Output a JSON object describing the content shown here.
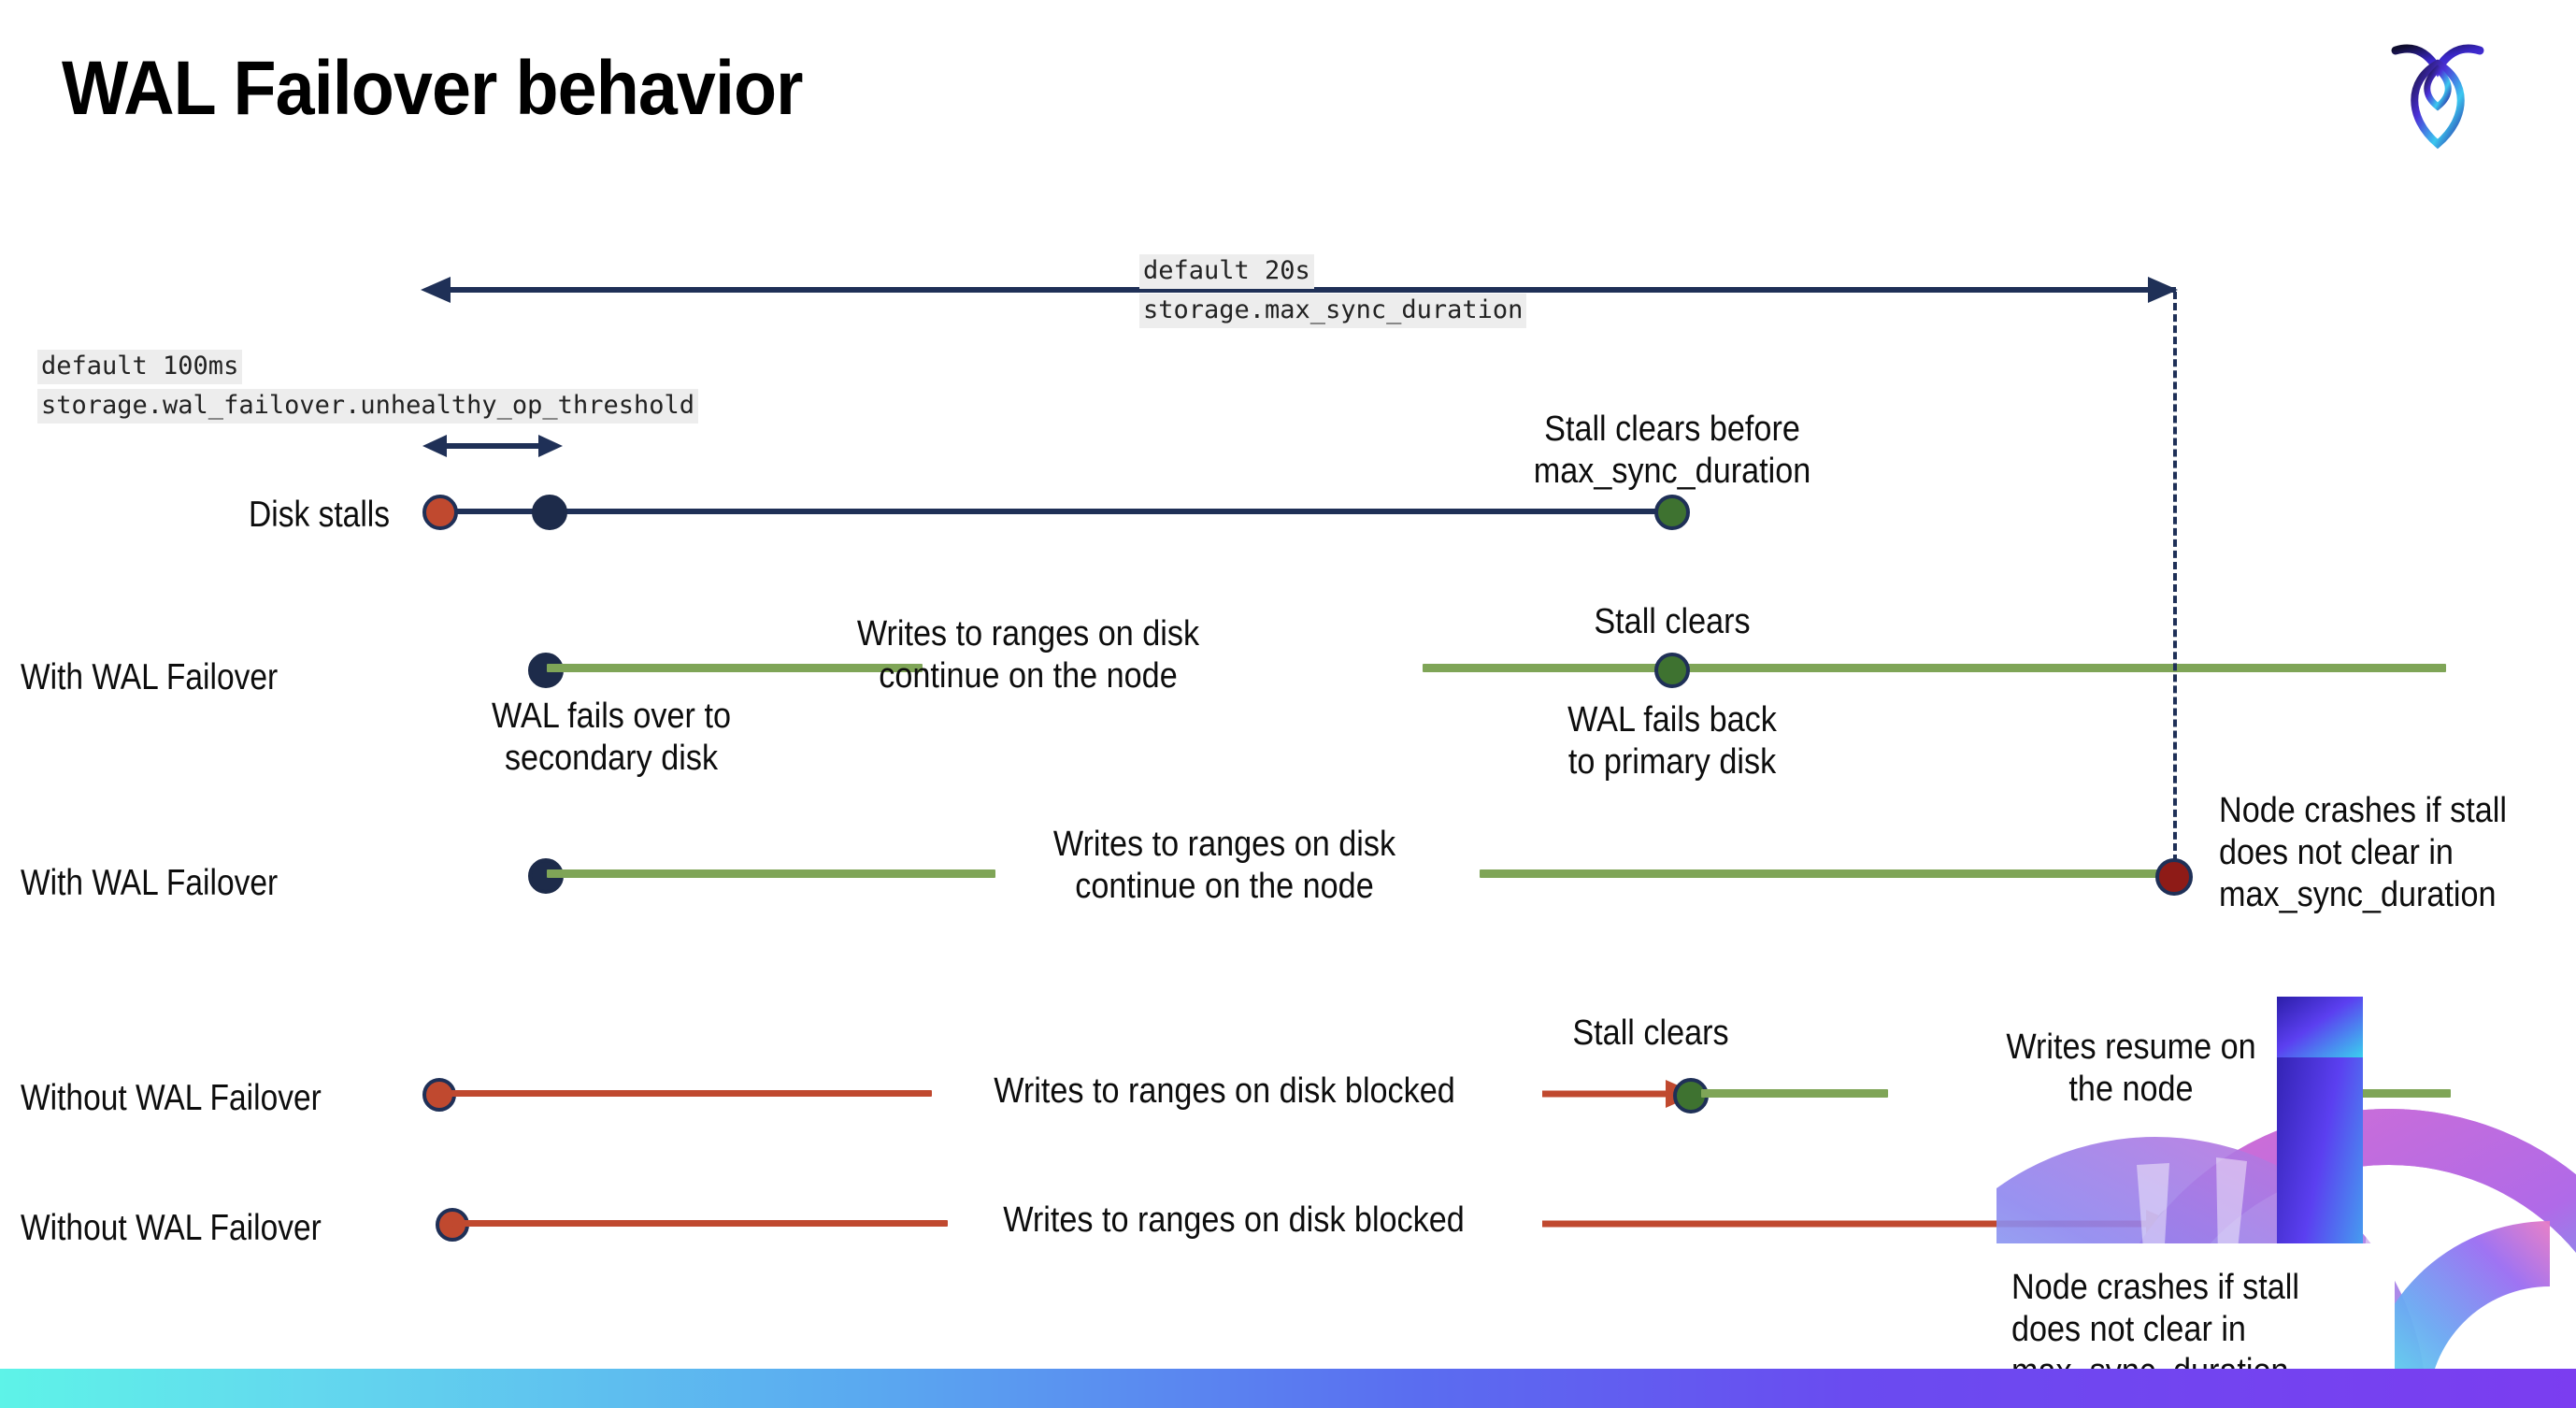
{
  "slide": {
    "title": "WAL Failover behavior",
    "logo_name": "cockroachdb-logo"
  },
  "settings": {
    "max_sync": {
      "default_label": "default 20s",
      "setting_name": "storage.max_sync_duration"
    },
    "unhealthy_threshold": {
      "default_label": "default 100ms",
      "setting_name": "storage.wal_failover.unhealthy_op_threshold"
    }
  },
  "rows": [
    {
      "label": "Disk stalls",
      "annotations": [
        "Stall clears before\nmax_sync_duration"
      ]
    },
    {
      "label": "With WAL Failover",
      "annotations": [
        "Writes to ranges on disk\ncontinue on the node",
        "Stall clears",
        "WAL fails over to\nsecondary disk",
        "WAL fails  back\nto primary disk"
      ]
    },
    {
      "label": "With WAL Failover",
      "annotations": [
        "Writes to ranges on disk\ncontinue on the node",
        "Node crashes if stall\ndoes not clear in\nmax_sync_duration"
      ]
    },
    {
      "label": "Without WAL Failover",
      "annotations": [
        "Writes to ranges on disk  blocked",
        "Stall clears",
        "Writes resume on\nthe node"
      ]
    },
    {
      "label": "Without WAL Failover",
      "annotations": [
        "Writes to ranges on disk  blocked",
        "Node crashes if stall\ndoes not clear in\nmax_sync_duration"
      ]
    }
  ],
  "colors": {
    "navy": "#1f3057",
    "green_line": "#7fa557",
    "red_line": "#c0492f",
    "dot_red": "#c0492f",
    "dot_green": "#3e7230",
    "dot_darkred": "#8e1b17",
    "dot_navy": "#1d2b4a",
    "code_bg": "#ededed"
  }
}
